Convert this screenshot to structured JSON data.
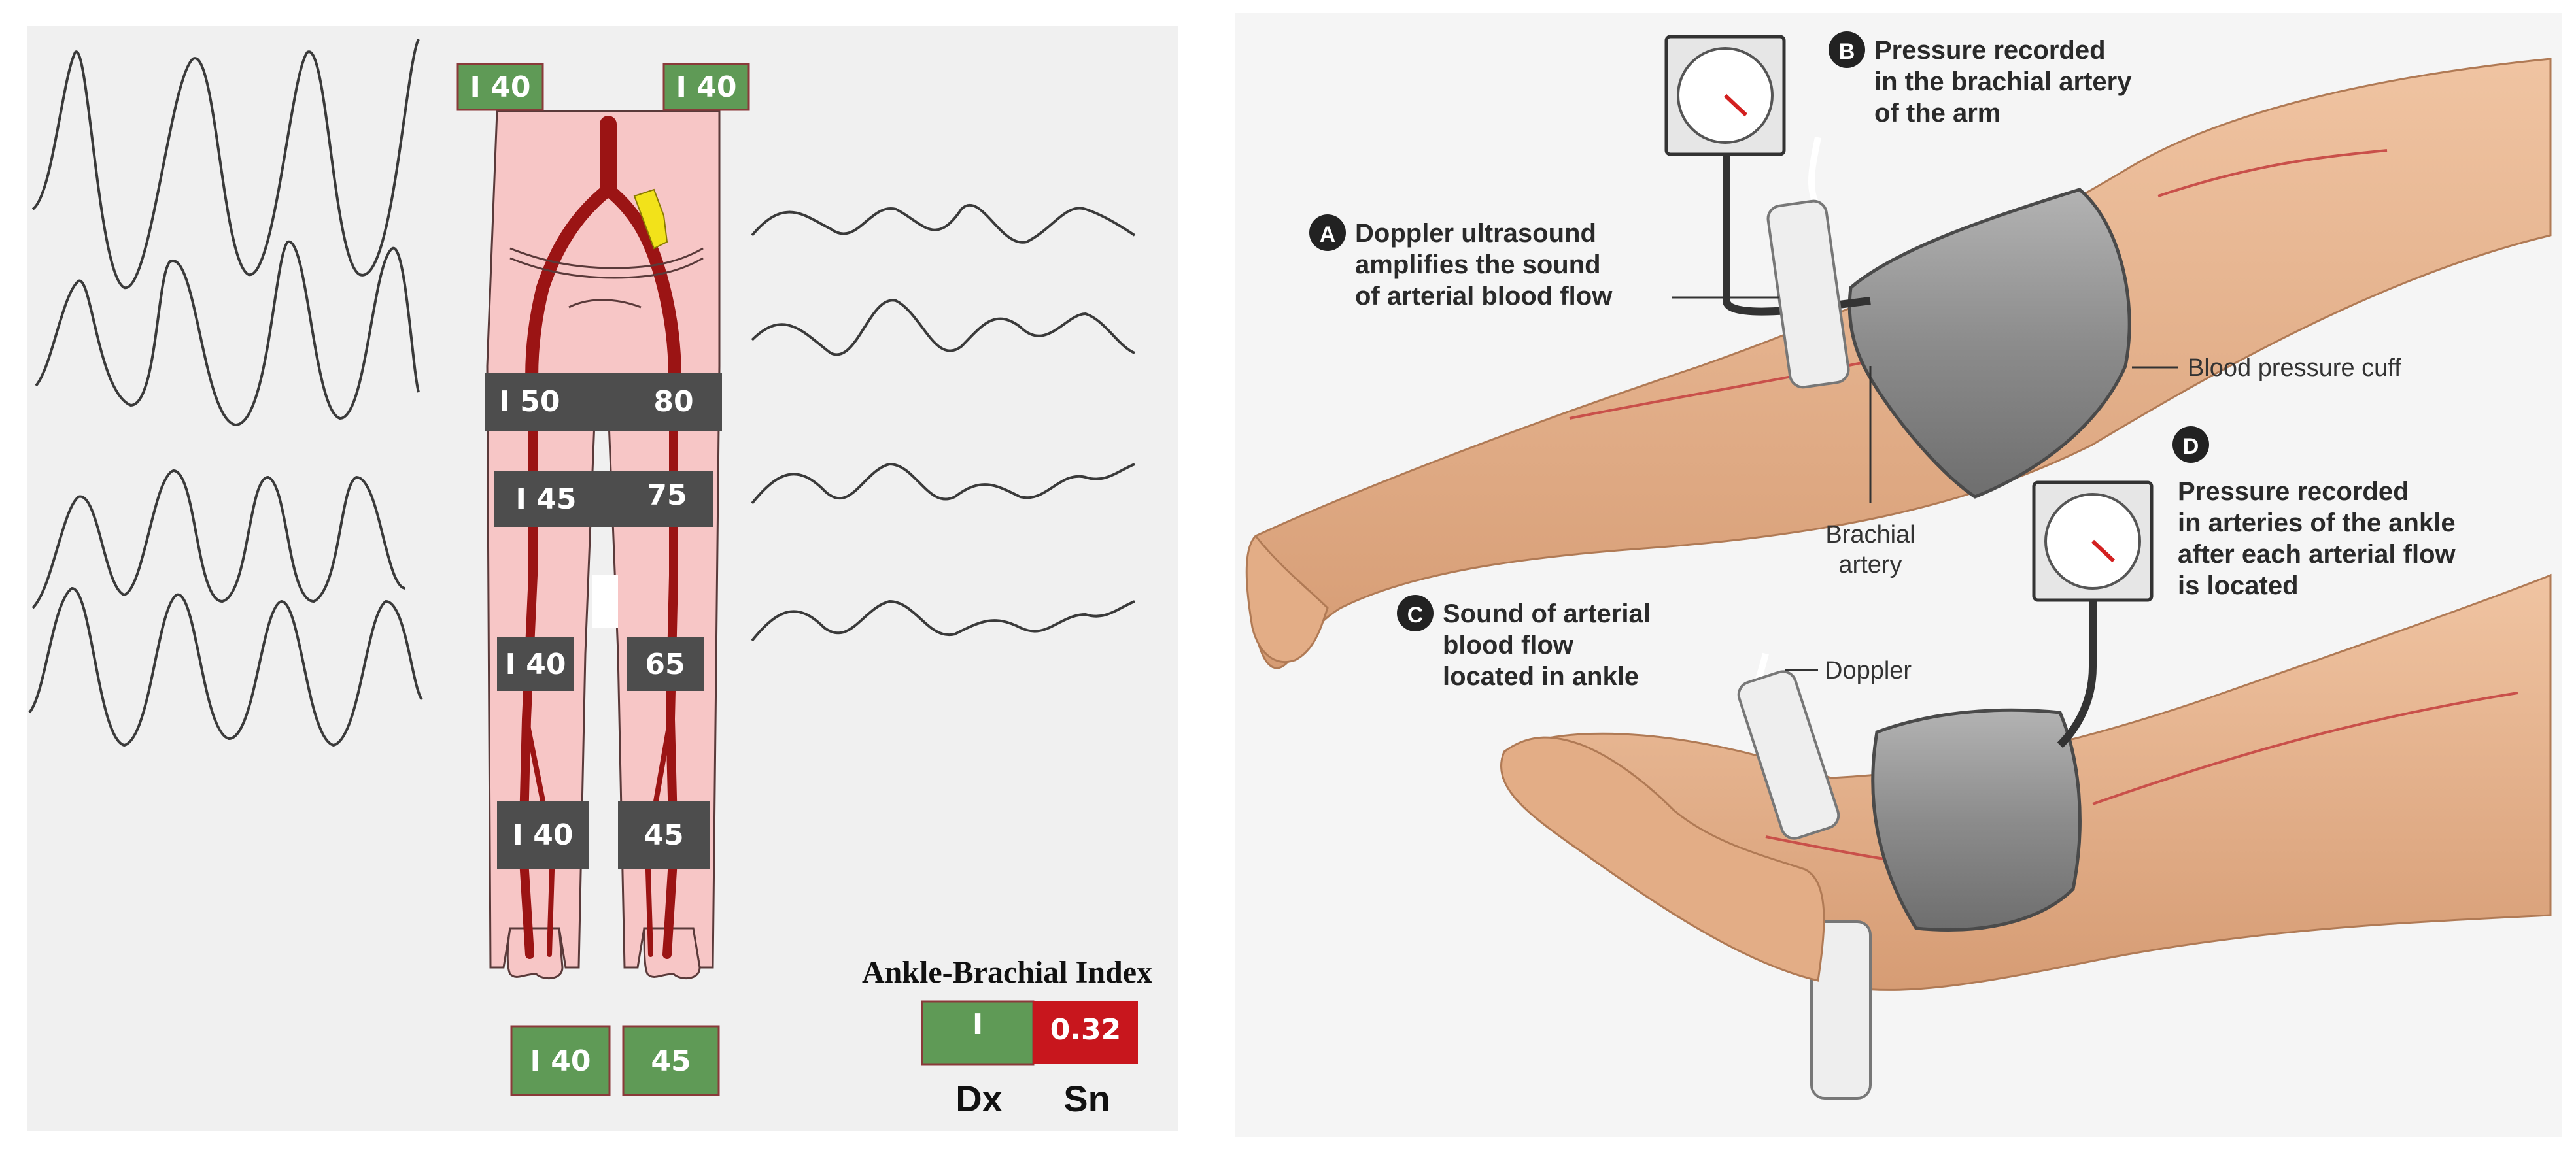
{
  "left_panel": {
    "top_boxes": [
      "I 40",
      "I 40"
    ],
    "cuff_rows": [
      {
        "right": "I 50",
        "left": "80"
      },
      {
        "right": "I 45",
        "left": "75"
      },
      {
        "right": "I 40",
        "left": "65"
      },
      {
        "right": "I 40",
        "left": "45"
      }
    ],
    "bottom_boxes": [
      "I 40",
      "45"
    ],
    "abi": {
      "title": "Ankle-Brachial Index",
      "dx_value": "I",
      "sn_value": "0.32",
      "dx_label": "Dx",
      "sn_label": "Sn"
    },
    "colors": {
      "green": "#5f9a56",
      "red": "#c8161d",
      "cuff": "#4d4d4d",
      "panel": "#f0f0f0",
      "skin": "#f7c6c6",
      "artery": "#9b1414"
    }
  },
  "right_panel": {
    "callouts": {
      "a": {
        "letter": "A",
        "lines": [
          "Doppler ultrasound",
          "amplifies the sound",
          "of arterial blood flow"
        ]
      },
      "b": {
        "letter": "B",
        "lines": [
          "Pressure recorded",
          "in the brachial artery",
          "of the arm"
        ]
      },
      "c": {
        "letter": "C",
        "lines": [
          "Sound of arterial",
          "blood flow",
          "located in ankle"
        ]
      },
      "d": {
        "letter": "D",
        "lines": [
          "Pressure recorded",
          "in arteries of the ankle",
          "after each arterial flow",
          "is located"
        ]
      }
    },
    "labels": {
      "cuff": "Blood pressure cuff",
      "brachial": [
        "Brachial",
        "artery"
      ],
      "doppler": "Doppler"
    },
    "colors": {
      "panel": "#f5f5f5",
      "skin": "#e6b48f",
      "skin_shade": "#c98e68",
      "cuff": "#8a8a8a",
      "gauge": "#e6e6e6",
      "needle": "#d32020"
    }
  }
}
